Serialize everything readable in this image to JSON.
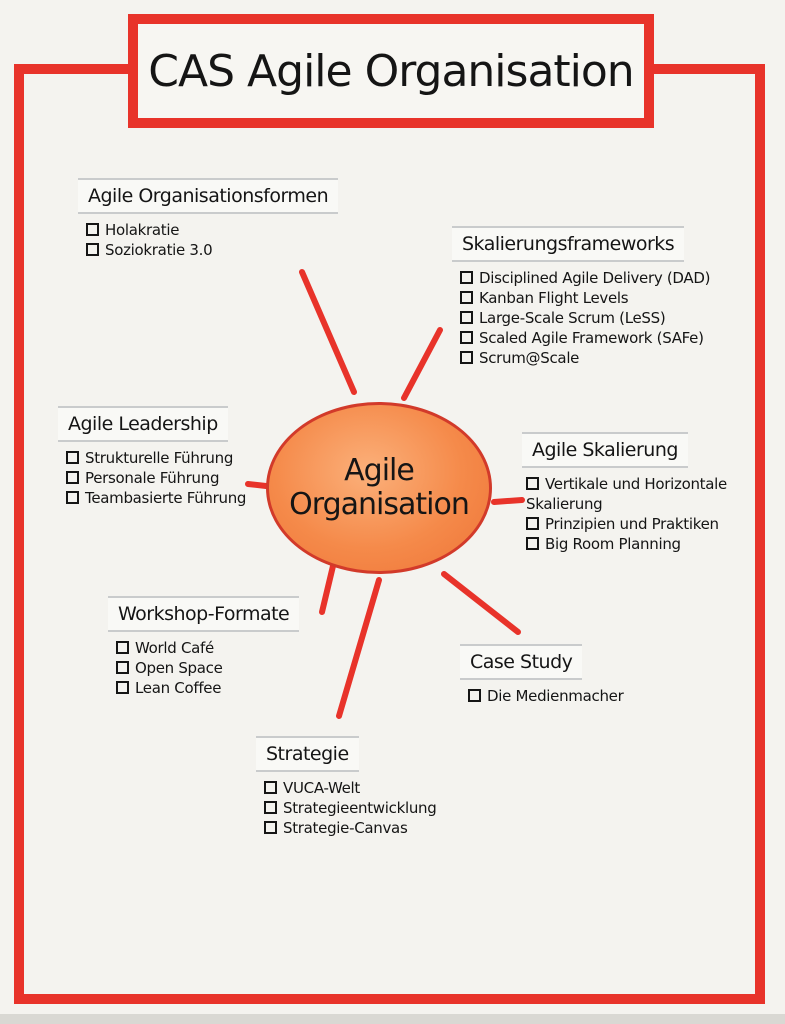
{
  "title": "CAS Agile Organisation",
  "hub": "Agile\nOrganisation",
  "colors": {
    "frame": "#e8332a",
    "hub_fill": "#f58a4a",
    "ink": "#151515",
    "label_border": "#c9cbcc"
  },
  "nodes": [
    {
      "title": "Agile Organisationsformen",
      "items": [
        "Holakratie",
        "Soziokratie 3.0"
      ]
    },
    {
      "title": "Skalierungsframeworks",
      "items": [
        "Disciplined Agile Delivery (DAD)",
        "Kanban Flight Levels",
        "Large-Scale Scrum (LeSS)",
        "Scaled Agile Framework (SAFe)",
        "Scrum@Scale"
      ]
    },
    {
      "title": "Agile Leadership",
      "items": [
        "Strukturelle Führung",
        "Personale Führung",
        "Teambasierte Führung"
      ]
    },
    {
      "title": "Agile Skalierung",
      "items": [
        "Vertikale und Horizontale Skalierung",
        "Prinzipien und Praktiken",
        "Big Room Planning"
      ]
    },
    {
      "title": "Workshop-Formate",
      "items": [
        "World Café",
        "Open Space",
        "Lean Coffee"
      ]
    },
    {
      "title": "Case Study",
      "items": [
        "Die Medienmacher"
      ]
    },
    {
      "title": "Strategie",
      "items": [
        "VUCA-Welt",
        "Strategieentwicklung",
        "Strategie-Canvas"
      ]
    }
  ]
}
